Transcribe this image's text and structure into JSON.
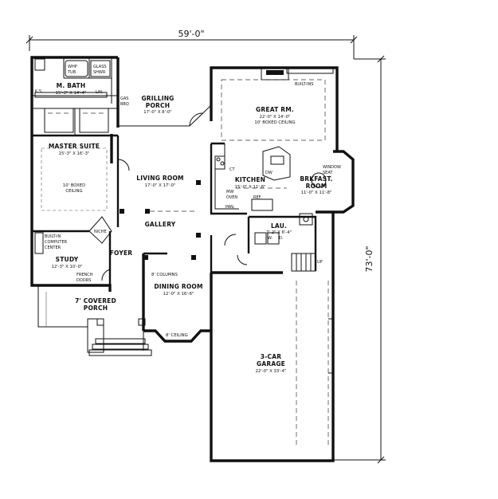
{
  "dimensions": {
    "width": "59'-0\"",
    "depth": "73'-0\""
  },
  "rooms": {
    "master_bath": {
      "name": "M. BATH",
      "size": "15'-3\" X 14'-4\""
    },
    "whp_tub": {
      "line1": "WHP",
      "line2": "TUB"
    },
    "glass_shower": {
      "line1": "GLASS",
      "line2": "SHWR"
    },
    "ks": "K.S.",
    "lin": "LIN.",
    "grilling_porch": {
      "name1": "GRILLING",
      "name2": "PORCH",
      "size": "17'-0\" X 8'-0\""
    },
    "gas_bbq": {
      "line1": "GAS",
      "line2": "BBQ"
    },
    "great_room": {
      "name": "GREAT RM.",
      "size": "22'-0\" X 14'-0\"",
      "note": "10' BOXED CEILING"
    },
    "built_ins": "BUILT-INS",
    "master_suite": {
      "name": "MASTER SUITE",
      "size": "15'-3\" X 16'-3\"",
      "note1": "10' BOXED",
      "note2": "CEILING"
    },
    "living_room": {
      "name": "LIVING ROOM",
      "size": "17'-0\" X 17'-0\""
    },
    "kitchen": {
      "name": "KITCHEN",
      "size": "15'-0\" X 11'-8\""
    },
    "kitchen_labels": {
      "ct": "CT",
      "dw": "DW",
      "mw1": "MW",
      "mw2": "OVEN",
      "ref": "REF.",
      "pan": "PAN."
    },
    "breakfast": {
      "name1": "BRKFAST.",
      "name2": "ROOM",
      "size": "11'-0\" X 11'-8\""
    },
    "window_seat": {
      "line1": "WINDOW",
      "line2": "SEAT"
    },
    "gallery": {
      "name": "GALLERY"
    },
    "niche": "NICHE",
    "laundry": {
      "name": "LAU.",
      "size": "7'-2\" X 6'-4\"",
      "w": "W.",
      "d": "D."
    },
    "up": "UP",
    "computer_center": {
      "line1": "BUILT-IN",
      "line2": "COMPUTER",
      "line3": "CENTER"
    },
    "study": {
      "name": "STUDY",
      "size": "12'-3\" X 10'-0\""
    },
    "foyer": {
      "name": "FOYER"
    },
    "columns": "8' COLUMNS",
    "french_doors": {
      "line1": "FRENCH",
      "line2": "DOORS"
    },
    "dining_room": {
      "name": "DINING ROOM",
      "size": "12'-0\" X 16'-6\""
    },
    "covered_porch": {
      "name1": "7' COVERED",
      "name2": "PORCH"
    },
    "bay_ceiling": "8' CEILING",
    "garage": {
      "name1": "3-CAR",
      "name2": "GARAGE",
      "size": "22'-0\" X 33'-4\""
    }
  }
}
